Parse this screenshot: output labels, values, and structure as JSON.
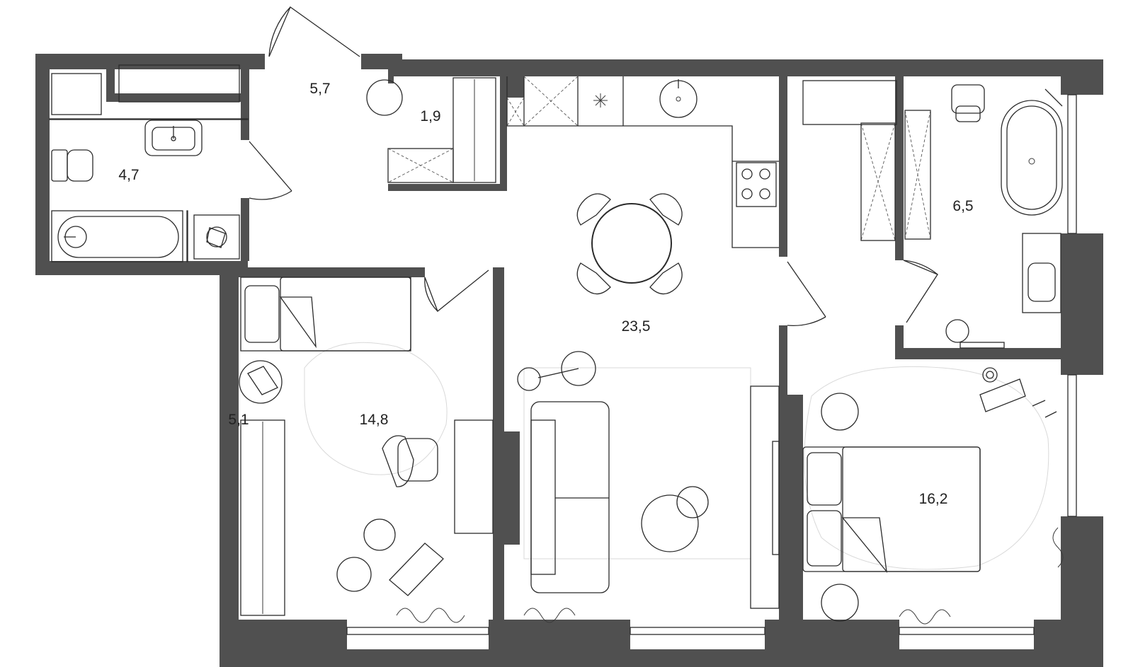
{
  "rooms": [
    {
      "id": "bathroom-1",
      "area": "4,7"
    },
    {
      "id": "hallway",
      "area": "5,7"
    },
    {
      "id": "closet",
      "area": "1,9"
    },
    {
      "id": "kitchen-living",
      "area": "23,5"
    },
    {
      "id": "bedroom-child",
      "area": "14,8"
    },
    {
      "id": "balcony",
      "area": "5,1"
    },
    {
      "id": "bathroom-2",
      "area": "6,5"
    },
    {
      "id": "bedroom-master",
      "area": "16,2"
    }
  ],
  "colors": {
    "wall": "#505050",
    "line": "#2b2b2b",
    "rug": "#d9d9d9"
  }
}
